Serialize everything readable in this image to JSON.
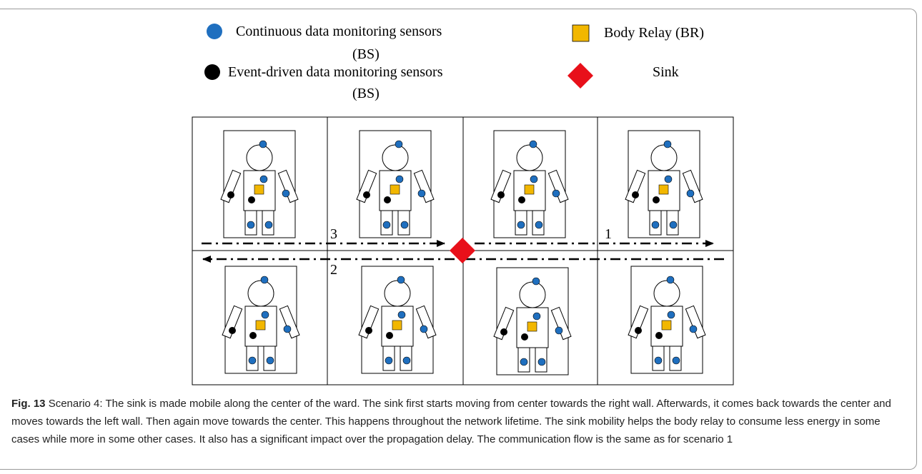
{
  "legend": {
    "continuous": "Continuous data monitoring sensors",
    "continuous_sub": "(BS)",
    "event": "Event-driven data monitoring sensors",
    "event_sub": "(BS)",
    "relay": "Body Relay  (BR)",
    "sink": "Sink"
  },
  "paths": [
    "1",
    "2",
    "3"
  ],
  "caption": {
    "label": "Fig. 13",
    "text": "Scenario 4: The sink is made mobile along the center of the ward. The sink first starts moving from center towards the right wall. Afterwards, it comes back towards the center and moves towards the left wall. Then again move towards the center. This happens throughout the network lifetime. The sink mobility helps the body relay to consume less energy in some cases while more in some other cases. It also has a significant impact over the propagation delay. The communication flow is the same as for scenario 1"
  },
  "colors": {
    "continuous_sensor": "#1f6fbf",
    "event_sensor": "#000000",
    "body_relay": "#f2b700",
    "sink": "#e8101a"
  }
}
